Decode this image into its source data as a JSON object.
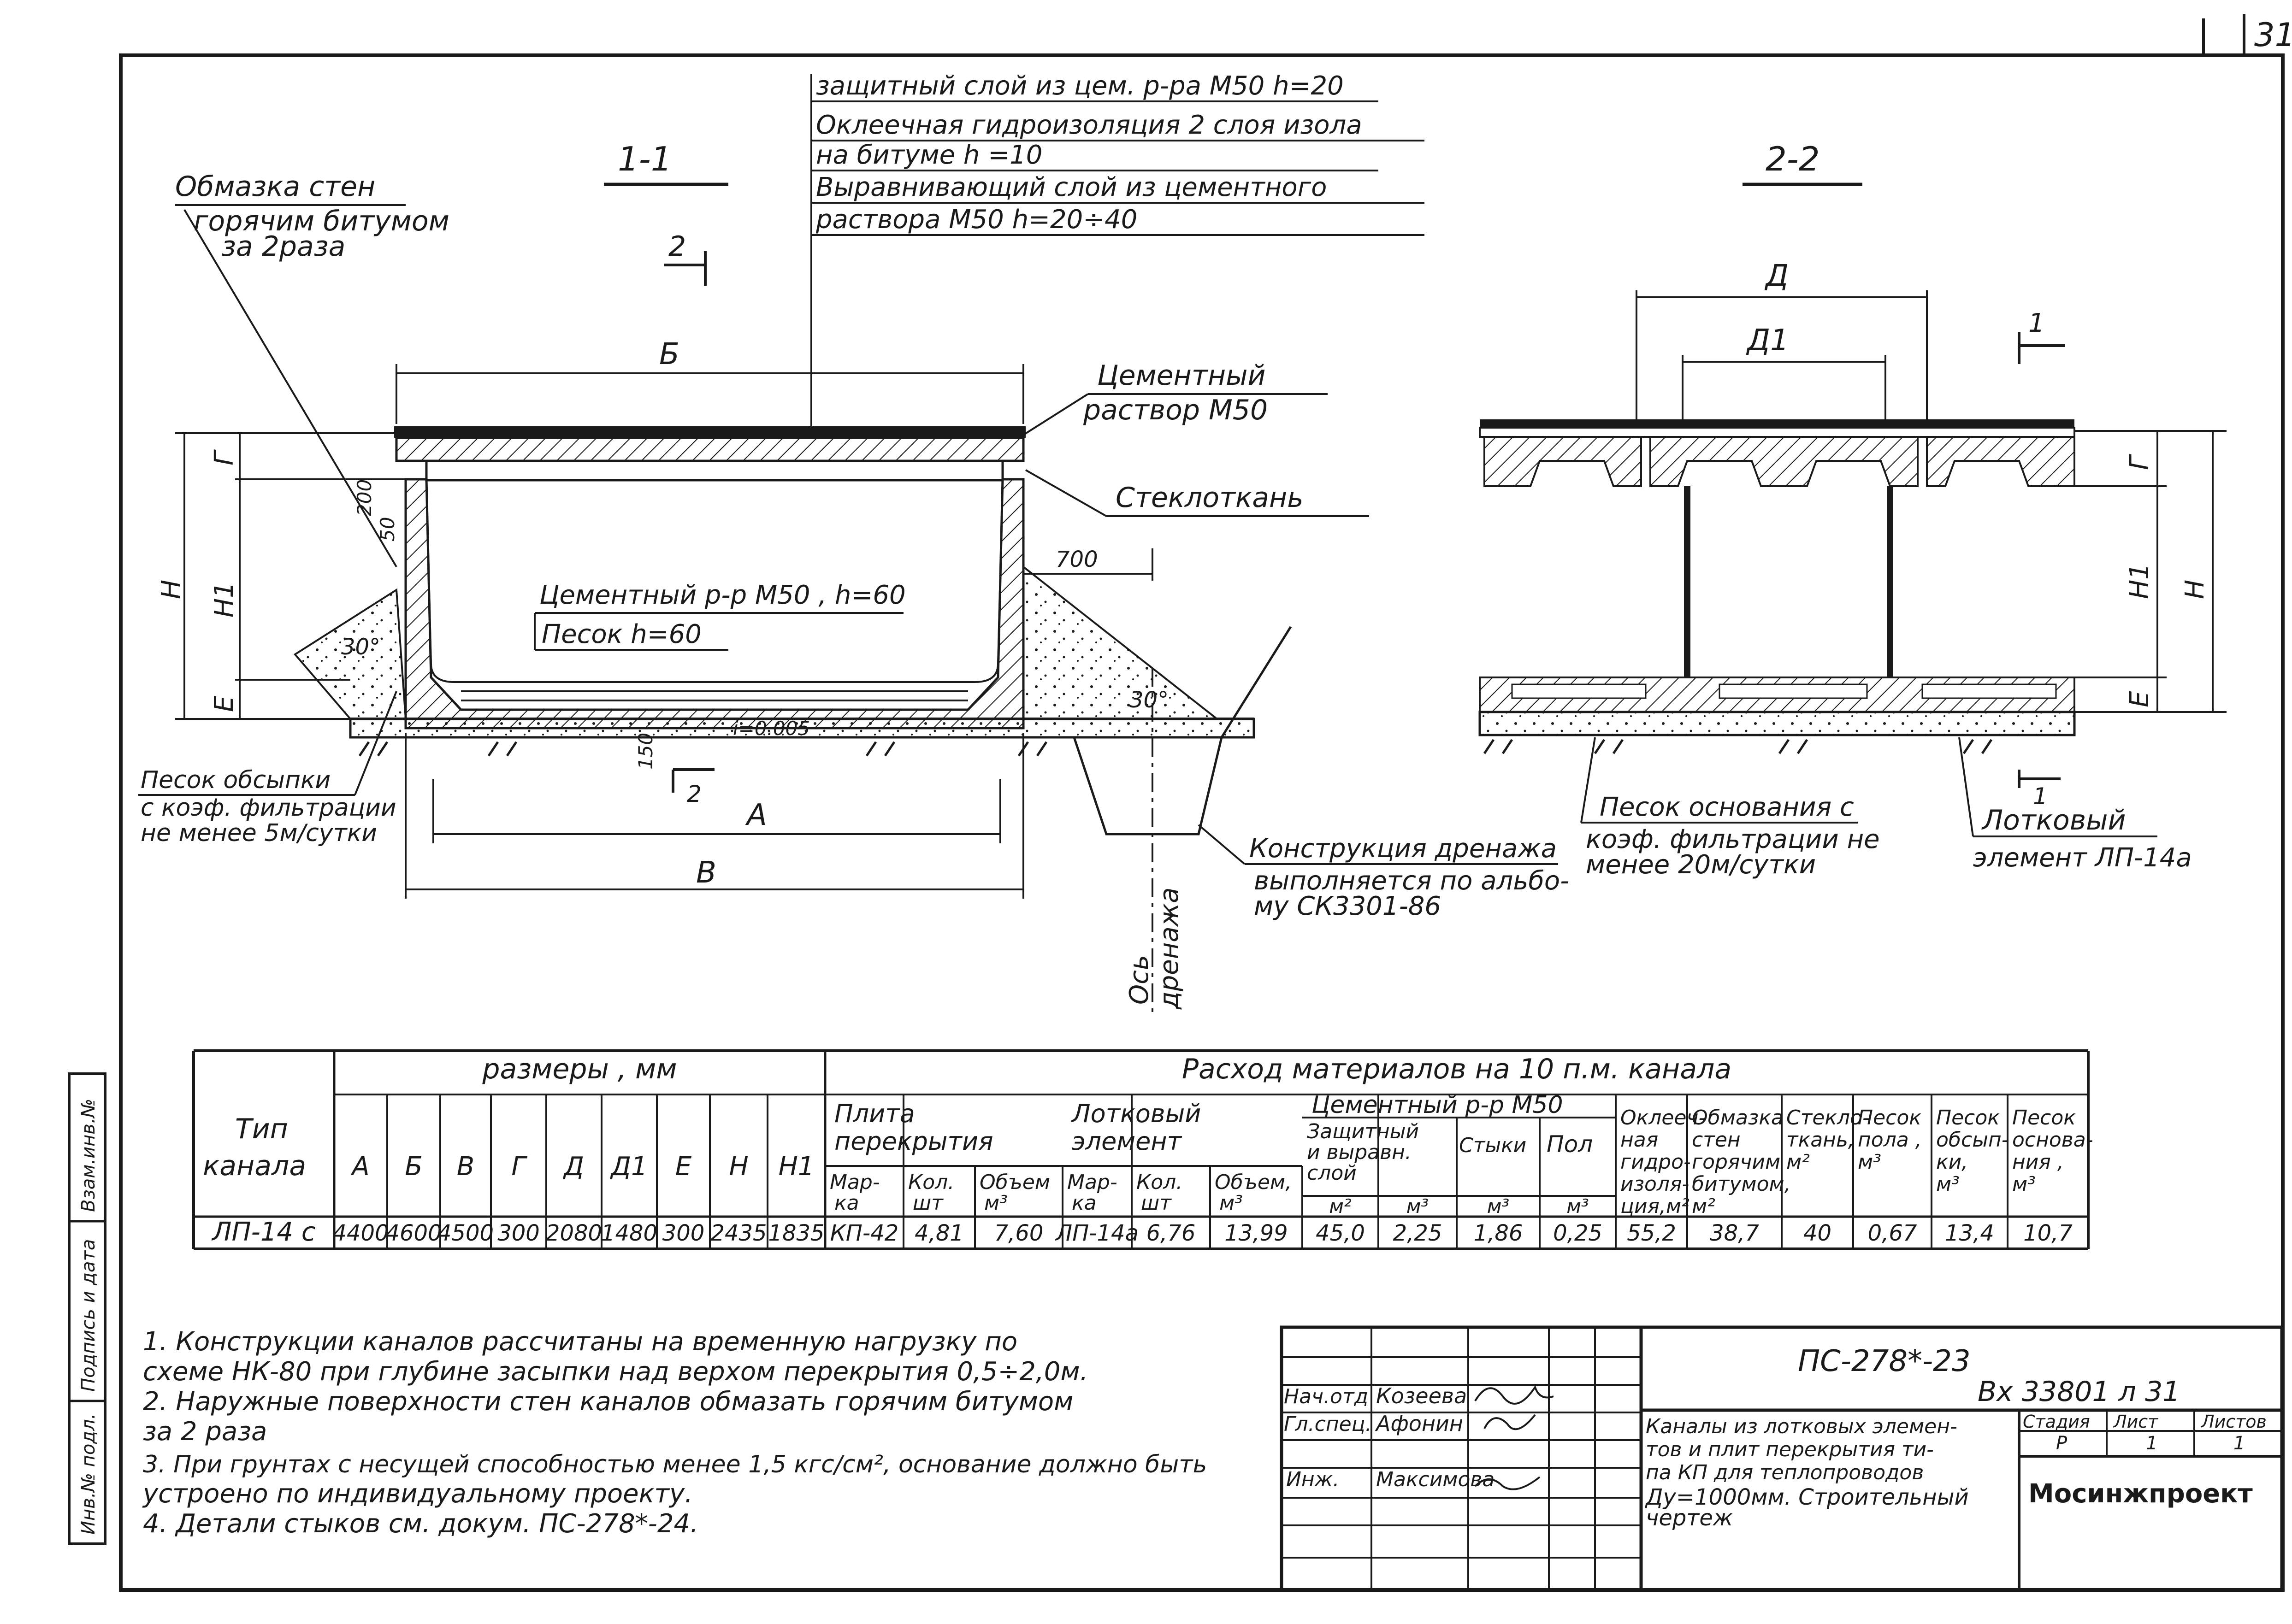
{
  "sheet_number": "31",
  "section_1_1": {
    "label": "1-1",
    "cut_mark": "2",
    "cut_mark_bottom": "2",
    "layers": [
      "защитный слой из цем. р-ра  М50  h=20",
      "Оклеечная гидроизоляция  2 слоя изола",
      "на битуме   h =10",
      "Выравнивающий слой из цементного",
      "раствора  М50    h=20÷40"
    ],
    "wall_coating": [
      "Обмазка стен",
      "горячим битумом",
      "за 2раза"
    ],
    "cement_mortar": [
      "Цементный",
      "раствор М50"
    ],
    "fiberglass": "Стеклоткань",
    "floor_layers": [
      "Цементный р-р М50 , h=60",
      "Песок  h=60"
    ],
    "sand_fill": [
      "Песок обсыпки",
      "с коэф. фильтрации",
      "не менее 5м/сутки"
    ],
    "drainage": [
      "Конструкция дренажа",
      "выполняется по альбо-",
      "му СК3301-86"
    ],
    "drainage_axis": [
      "Ось",
      "дренажа"
    ],
    "dims": {
      "A": "А",
      "B6": "Б",
      "B": "В",
      "G": "Г",
      "H": "Н",
      "H1": "Н1",
      "E": "Е",
      "d200": "200",
      "d50": "50",
      "d700": "700",
      "d150": "150",
      "slope": "i=0.005",
      "ang1": "30°",
      "ang2": "30°"
    }
  },
  "section_2_2": {
    "label": "2-2",
    "cut_mark": "1",
    "cut_mark_bottom": "1",
    "dims": {
      "D": "Д",
      "D1": "Д1",
      "G": "Г",
      "H1": "Н1",
      "H": "Н",
      "E": "Е"
    },
    "base_sand": [
      "Песок основания с",
      "коэф. фильтрации не",
      "менее  20м/сутки"
    ],
    "tray": [
      "Лотковый",
      "элемент  ЛП-14а"
    ]
  },
  "table": {
    "group_sizes": "размеры  ,  мм",
    "group_materials": "Расход   материалов   на  10 п.м.   канала",
    "col_type": [
      "Тип",
      "канала"
    ],
    "size_cols": [
      "А",
      "Б",
      "В",
      "Г",
      "Д",
      "Д1",
      "Е",
      "Н",
      "Н1"
    ],
    "slab": {
      "title": [
        "Плита",
        "перекрытия"
      ],
      "cols": [
        [
          "Мар-",
          "ка"
        ],
        [
          "Кол.",
          "шт"
        ],
        [
          "Объем",
          "м³"
        ]
      ]
    },
    "tray": {
      "title": [
        "Лотковый",
        "элемент"
      ],
      "cols": [
        [
          "Мар-",
          "ка"
        ],
        [
          "Кол.",
          "шт"
        ],
        [
          "Объем,",
          "м³"
        ]
      ]
    },
    "cement": {
      "title": "Цементный р-р  М50",
      "sub": [
        [
          "Защитный",
          "и выравн.",
          "слой"
        ],
        [
          "Стыки"
        ],
        [
          "Пол"
        ]
      ],
      "units": [
        "м²",
        "м³",
        "м³",
        "м³"
      ]
    },
    "extra_cols": [
      {
        "lines": [
          "Оклееч-",
          "ная",
          "гидро-",
          "изоля-",
          "ция,м²"
        ]
      },
      {
        "lines": [
          "Обмазка",
          "стен",
          "горячим",
          "битумом,",
          "м²"
        ]
      },
      {
        "lines": [
          "Стекло-",
          "ткань,",
          "м²"
        ]
      },
      {
        "lines": [
          "Песок",
          "пола ,",
          "м³"
        ]
      },
      {
        "lines": [
          "Песок",
          "обсып-",
          "ки,",
          "м³"
        ]
      },
      {
        "lines": [
          "Песок",
          "основа-",
          "ния ,",
          "м³"
        ]
      }
    ],
    "row": [
      "ЛП-14 с",
      "4400",
      "4600",
      "4500",
      "300",
      "2080",
      "1480",
      "300",
      "2435",
      "1835",
      "КП-42",
      "4,81",
      "7,60",
      "ЛП-14а",
      "6,76",
      "13,99",
      "45,0",
      "2,25",
      "1,86",
      "0,25",
      "55,2",
      "38,7",
      "40",
      "0,67",
      "13,4",
      "10,7"
    ]
  },
  "notes": [
    "1. Конструкции каналов рассчитаны на временную нагрузку по",
    "    схеме  НК-80  при глубине засыпки над  верхом перекрытия 0,5÷2,0м.",
    "2. Наружные  поверхности стен каналов обмазать горячим битумом",
    "    за  2 раза",
    "3. При грунтах с несущей способностью менее 1,5 кгс/см², основание должно быть",
    "    устроено по индивидуальному  проекту.",
    "4. Детали  стыков  см.  докум.  ПС-278*-24."
  ],
  "side_stamp": [
    "Инв.№ подл.",
    "Подпись и дата",
    "Взам.инв.№"
  ],
  "title_block": {
    "doc_code": "ПС-278*-23",
    "album": "Вх 33801 л 31",
    "people": [
      {
        "role": "Нач.отд",
        "name": "Козеева"
      },
      {
        "role": "Гл.спец.",
        "name": "Афонин"
      },
      {
        "role": "Инж.",
        "name": "Максимова"
      }
    ],
    "description": [
      "Каналы из лотковых элемен-",
      "тов и плит перекрытия ти-",
      "па КП для теплопроводов",
      "Ду=1000мм. Строительный",
      "чертеж"
    ],
    "stage_headers": [
      "Стадия",
      "Лист",
      "Листов"
    ],
    "stage_values": [
      "Р",
      "1",
      "1"
    ],
    "org": "Мосинжпроект"
  }
}
